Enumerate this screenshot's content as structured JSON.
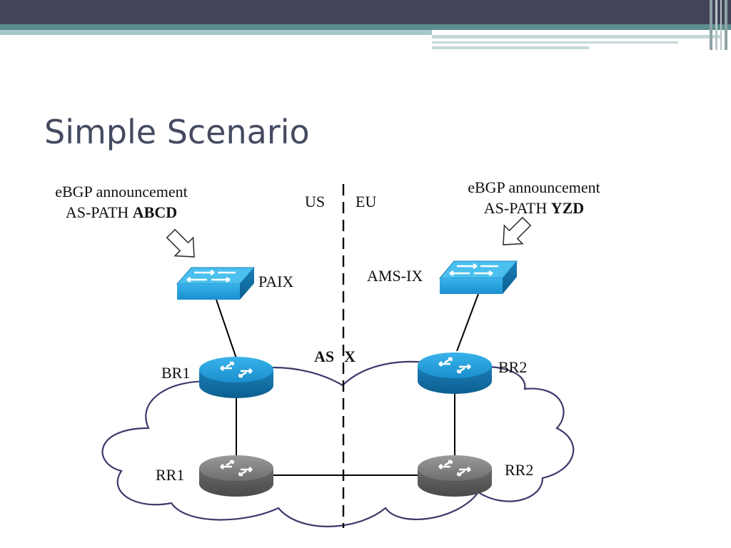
{
  "slide": {
    "title": "Simple Scenario"
  },
  "announcements": {
    "left": {
      "line1": "eBGP announcement",
      "path_prefix": "AS-PATH ",
      "path_value": "ABCD"
    },
    "right": {
      "line1": "eBGP announcement",
      "path_prefix": "AS-PATH ",
      "path_value": "YZD"
    }
  },
  "regions": {
    "left": "US",
    "right": "EU"
  },
  "as_label": {
    "prefix": "AS",
    "name": "X"
  },
  "nodes": {
    "paix": "PAIX",
    "ams_ix": "AMS-IX",
    "br1": "BR1",
    "br2": "BR2",
    "rr1": "RR1",
    "rr2": "RR2"
  },
  "colors": {
    "switch_blue": "#2e9fd8",
    "router_blue": "#1f8ec9",
    "router_gray": "#7a7a7a",
    "cloud_stroke": "#3c3a6b",
    "title": "#454a61"
  }
}
